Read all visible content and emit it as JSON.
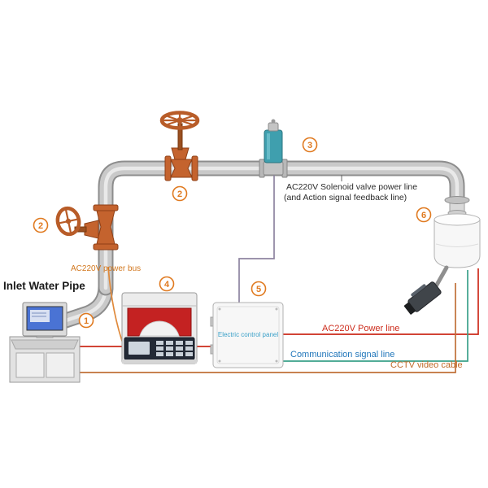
{
  "diagram": {
    "labels": {
      "inlet": "Inlet Water Pipe",
      "power_bus": "AC220V power bus",
      "solenoid_line1": "AC220V Solenoid valve power line",
      "solenoid_line2": "(and Action signal feedback line)",
      "power_line": "AC220V Power line",
      "comm_line": "Communication signal line",
      "cctv": "CCTV video cable",
      "panel": "Electric control panel"
    },
    "markers": {
      "m1": "1",
      "m2": "2",
      "m3": "3",
      "m4": "4",
      "m5": "5",
      "m6": "6"
    },
    "colors": {
      "pipe": "#c9c9c9",
      "pipe_outline": "#8d8d8d",
      "valve": "#c4632e",
      "solenoid_body": "#3f9fae",
      "marker": "#e07a20",
      "power_bus_wire": "#e08a3c",
      "power_line_wire": "#cc2a1a",
      "comm_wire": "#3aa08a",
      "comm_text": "#2277bb",
      "cctv_wire": "#c07038",
      "solenoid_wire": "#8e84a0",
      "panel_text": "#3aa0c8",
      "screen_blue": "#4a73d4"
    }
  }
}
